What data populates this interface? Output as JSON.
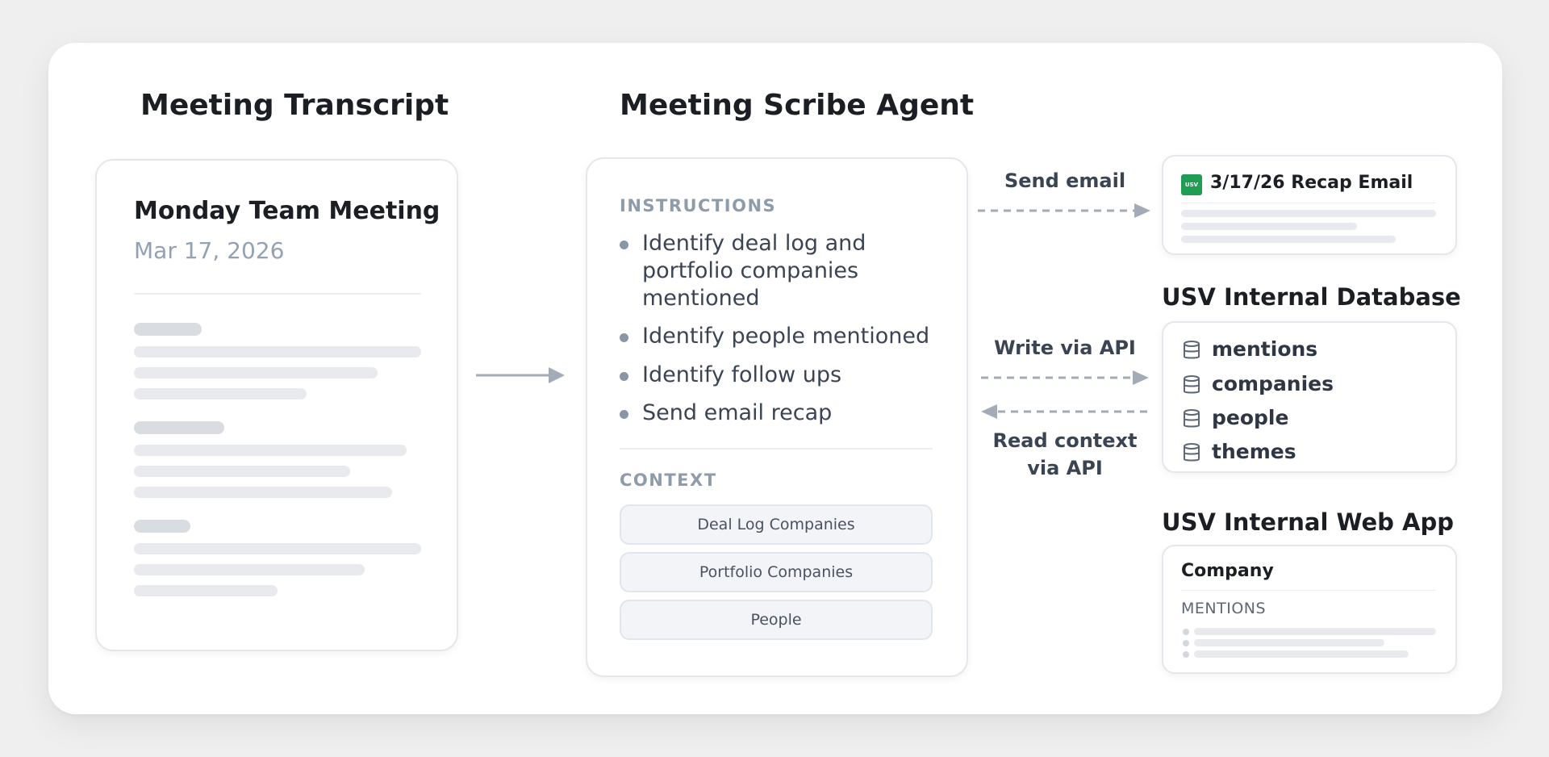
{
  "headings": {
    "transcript": "Meeting Transcript",
    "agent": "Meeting Scribe Agent",
    "database": "USV Internal Database",
    "webapp": "USV Internal Web App"
  },
  "transcript": {
    "title": "Monday Team Meeting",
    "date": "Mar 17, 2026"
  },
  "agent": {
    "instructions_label": "INSTRUCTIONS",
    "instructions": [
      "Identify deal log and portfolio companies mentioned",
      "Identify people mentioned",
      "Identify follow ups",
      "Send email recap"
    ],
    "context_label": "CONTEXT",
    "context": [
      "Deal Log Companies",
      "Portfolio Companies",
      "People"
    ]
  },
  "edges": {
    "send_email": "Send email",
    "write_api": "Write via API",
    "read_context_line1": "Read context",
    "read_context_line2": "via API"
  },
  "email": {
    "badge": "USV",
    "title": "3/17/26 Recap Email"
  },
  "database": {
    "tables": [
      "mentions",
      "companies",
      "people",
      "themes"
    ]
  },
  "webapp": {
    "title": "Company",
    "section": "MENTIONS"
  },
  "colors": {
    "accent_green": "#1f9d55",
    "arrow_gray": "#a3abb6",
    "label_gray": "#8e9bab"
  }
}
